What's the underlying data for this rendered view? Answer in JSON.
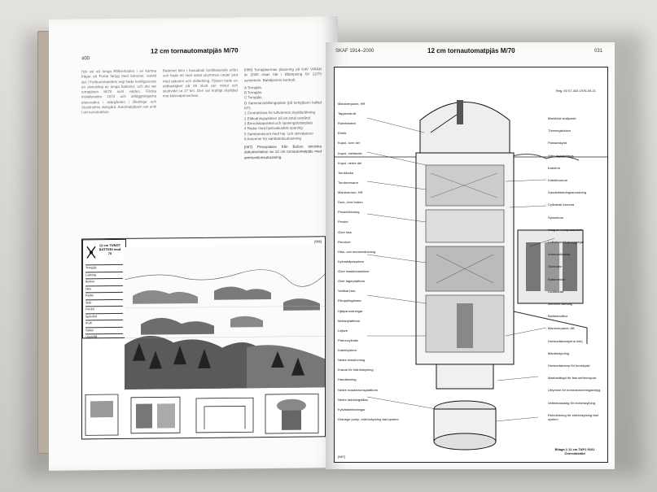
{
  "left_page": {
    "page_number": "400",
    "title": "12 cm tornautomatpjäs M/70",
    "fig_box_title": "12 cm TUNGT BATTERI mod 70",
    "fig_number": "[086]",
    "body_col1": "Här sst att tunga Rtillverkades i av komna frågor att Fortal fartyg med kanoner, varvid det i Fortkommandets regi hade konfigurerats en utveckling av tunga batterier, och det var tornpjäsen M/70 som valdes. Första installerades 1972 och anläggningarna placerades i skärgården i Blekinge och Stockholms skärgård. Automatpjäsen var unik i sin konstruktion.",
    "body_col2": "Batteriet blev i huvudsak fortifikatoriskt utfört och hade ett stort antal utrymmen under jord med pjästorn och eldledning. Pjäsen hade en eldhastighet på 25 skott per minut och skottvidd ca 27 km. Den var kraftigt skyddad mot kärnvapenverkan.",
    "body_col3": "[086] Tornpjäsernas placering på KAV VIRAN är 2000 visas här i tillämpning för 12/70 systemets. Bataljonens kontroll.",
    "list_items": [
      "A Tornpjäs.",
      "B Tornpjäs.",
      "C Tornpjäs.",
      "D Sammanställningsplats (på tornpjäsen kallad KP).",
      "1 Centralskiva för luftvärnets skyddsräkning",
      "2 Eldledningsplatser på ett antal avstånd",
      "3 Beredskapslokal och spaningsledarplats",
      "4 Radar med hydroakustisk spaning",
      "5 Sambandsrum med hej- och skrivdatorer",
      "6 Antenner för sambandsutrustning"
    ],
    "caption_087": "[087] Principskiss från Bofors tekniska dokumentation av 12 cm tornautomatpjäs med ammunitionsutrustning."
  },
  "right_page": {
    "running_head": "SKAF 1914–2000",
    "page_number": "031",
    "title": "12 cm tornautomatpjäs M/70",
    "fig_ref": "Reg. 92 07-343 1976-09-21",
    "fig_number": "[087]",
    "caption_main": "Bilaga 1 12 cm TAPJ 9101 Översiktsbild",
    "labels_left": [
      "Manöverpanel, HR",
      "Tappenstrutt",
      "Rotnfönstret",
      "Eldrör",
      "Kupol, övre del",
      "Kupol, mellandel",
      "Kupol, nedre del",
      "Tornklocka",
      "Tornlicensarm",
      "Manöverrum, HR",
      "Durk, övre botten",
      "Pendeldrivning",
      "Pendel",
      "Övre hiss",
      "Revolver",
      "Hiss- och revolverdrivning",
      "Kylmskåpssystem",
      "Övre maskinmaskiner",
      "Över lagerplatform",
      "Vertikal hiss",
      "Elkopplingsbara",
      "Hjälpanordningar",
      "Mellanplattform",
      "Lejlare",
      "Patroncylinder",
      "Kabelsystem",
      "Nedre hissdrivning",
      "Kranar för eldrörskylning",
      "Handlanning",
      "Nedre maskinrumsplattform",
      "Nedre laddningslåda",
      "Kylvätskeledningar",
      "Dränage pump, eldrörskylning fast system"
    ],
    "labels_right": [
      "Markhöst slutlpunkt",
      "Tömningsluckor",
      "Pansarskydd",
      "Yttre skyddslängs",
      "Kabelrör",
      "Kabelbrunnar",
      "Gasdetekteringsanordning",
      "Cylindrisk trumma",
      "Sylarnkorn",
      "Intag av kompressorluft",
      "Luftbehandlingsaggregat",
      "Ammunitionstal",
      "Sidorullar",
      "Raiberestav",
      "Laddborad",
      "Manöverhandlag",
      "Ballastradikor",
      "Manöverpanel, AB",
      "Horisontalrampens mörj",
      "Mantelstyrning",
      "Horisontalramp för tornskydd",
      "Masinstängd för fast seritrunsport",
      "Utrymme för tornmanövreringsfartyg",
      "Vattenbassäng för eldrörskylning",
      "Returledning för eldrörskylning fast system"
    ]
  },
  "legend_rows": [
    "Tornpjäs",
    "Ledning",
    "Bunker",
    "Hiss",
    "Radar",
    "Stab",
    "Förråd",
    "Sjukvård",
    "Kraft",
    "Vatten",
    "Uppehåll"
  ]
}
